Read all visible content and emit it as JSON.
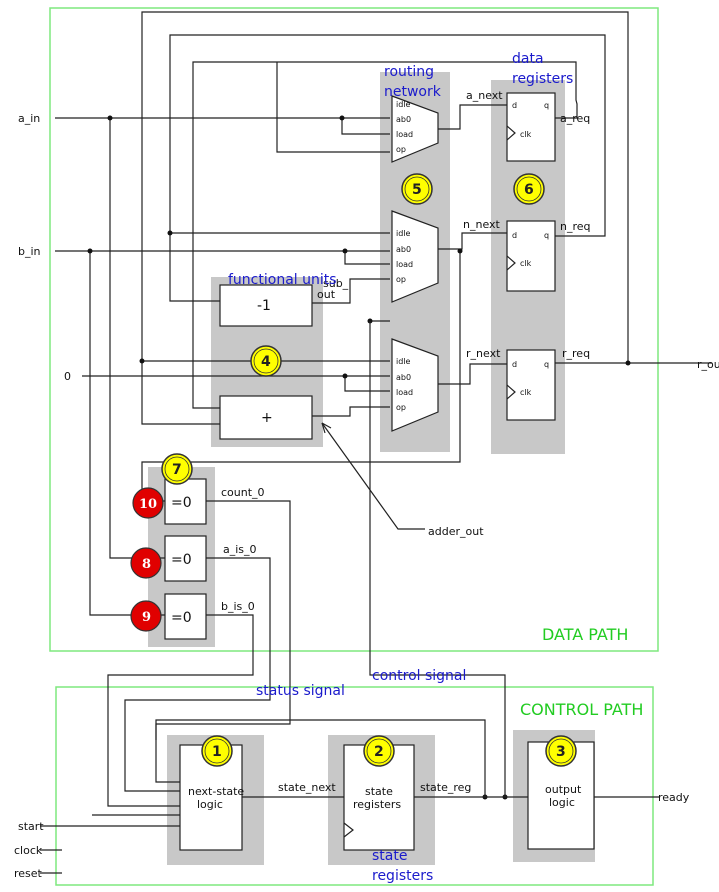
{
  "datapath": {
    "title": "DATA PATH",
    "labels": {
      "routing_network": [
        "routing",
        "network"
      ],
      "data_registers": [
        "data",
        "registers"
      ],
      "functional_units": "functional units"
    },
    "inputs": [
      "a_in",
      "b_in",
      "0"
    ],
    "output": "r_out",
    "mux_ports": [
      "idle",
      "ab0",
      "load",
      "op"
    ],
    "mux_outputs": [
      "a_next",
      "n_next",
      "r_next"
    ],
    "register_ports": {
      "d": "d",
      "q": "q",
      "clk": "clk"
    },
    "register_outputs": [
      "a_req",
      "n_req",
      "r_req"
    ],
    "functional_units": {
      "decrement": "-1",
      "adder": "+"
    },
    "sub_out": [
      "sub_",
      "out"
    ],
    "adder_out": "adder_out",
    "comparators": [
      "=0",
      "=0",
      "=0"
    ],
    "status_outputs": [
      "count_0",
      "a_is_0",
      "b_is_0"
    ]
  },
  "controlpath": {
    "title": "CONTROL PATH",
    "status_signal": "status signal",
    "control_signal": "control signal",
    "next_state_logic": [
      "next-state",
      "logic"
    ],
    "state_registers_block": [
      "state",
      "registers"
    ],
    "output_logic": [
      "output",
      "logic"
    ],
    "state_next": "state_next",
    "state_reg": "state_reg",
    "ready": "ready",
    "inputs": [
      "start",
      "clock",
      "reset"
    ],
    "state_registers_label": [
      "state",
      "registers"
    ]
  },
  "markers": {
    "yellow": [
      "1",
      "2",
      "3",
      "4",
      "5",
      "6",
      "7"
    ],
    "red": [
      "10",
      "8",
      "9"
    ]
  },
  "colors": {
    "frame": "#7ee87e",
    "annotation": "#1a1acc",
    "marker_yellow": "#ffff00",
    "marker_red": "#e00000",
    "shade": "#c8c8c8"
  }
}
